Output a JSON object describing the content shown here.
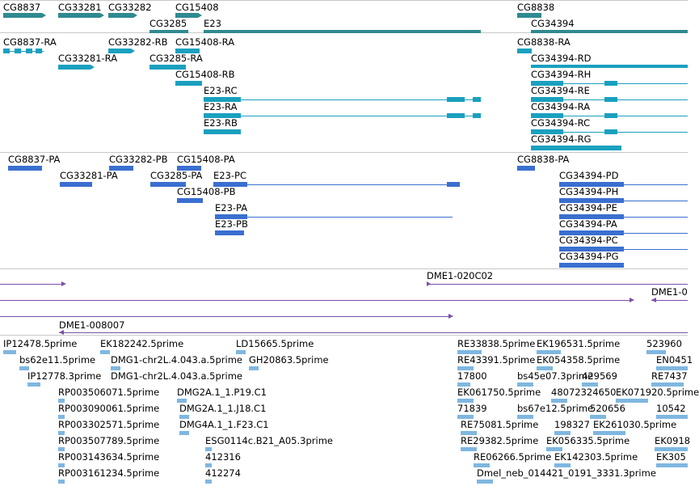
{
  "colors": {
    "gene": "#2f8a8f",
    "transcript": "#1aa0bf",
    "protein": "#3a6fd0",
    "clone": "#7a4fa8",
    "est": "#7fb7e0",
    "divider": "#c8c8c8"
  },
  "genes": [
    {
      "label": "CG8837"
    },
    {
      "label": "CG33281"
    },
    {
      "label": "CG33282"
    },
    {
      "label": "CG15408"
    },
    {
      "label": "CG3285"
    },
    {
      "label": "E23"
    },
    {
      "label": "CG8838"
    },
    {
      "label": "CG34394"
    }
  ],
  "transcripts": [
    {
      "label": "CG8837-RA"
    },
    {
      "label": "CG33281-RA"
    },
    {
      "label": "CG33282-RB"
    },
    {
      "label": "CG15408-RA"
    },
    {
      "label": "CG3285-RA"
    },
    {
      "label": "CG15408-RB"
    },
    {
      "label": "E23-RC"
    },
    {
      "label": "E23-RA"
    },
    {
      "label": "E23-RB"
    },
    {
      "label": "CG8838-RA"
    },
    {
      "label": "CG34394-RD"
    },
    {
      "label": "CG34394-RH"
    },
    {
      "label": "CG34394-RE"
    },
    {
      "label": "CG34394-RA"
    },
    {
      "label": "CG34394-RC"
    },
    {
      "label": "CG34394-RG"
    }
  ],
  "proteins": [
    {
      "label": "CG8837-PA"
    },
    {
      "label": "CG33281-PA"
    },
    {
      "label": "CG33282-PB"
    },
    {
      "label": "CG15408-PA"
    },
    {
      "label": "CG3285-PA"
    },
    {
      "label": "E23-PC"
    },
    {
      "label": "CG15408-PB"
    },
    {
      "label": "E23-PA"
    },
    {
      "label": "E23-PB"
    },
    {
      "label": "CG8838-PA"
    },
    {
      "label": "CG34394-PD"
    },
    {
      "label": "CG34394-PH"
    },
    {
      "label": "CG34394-PE"
    },
    {
      "label": "CG34394-PA"
    },
    {
      "label": "CG34394-PC"
    },
    {
      "label": "CG34394-PG"
    }
  ],
  "clones": [
    {
      "label": "DME1-020C02"
    },
    {
      "label": "DME1-0"
    },
    {
      "label": "DME1-008007"
    }
  ],
  "ests": [
    {
      "label": "IP12478.5prime"
    },
    {
      "label": "EK182242.5prime"
    },
    {
      "label": "LD15665.5prime"
    },
    {
      "label": "RE33838.5prime"
    },
    {
      "label": "EK196531.5prime"
    },
    {
      "label": "523960"
    },
    {
      "label": "bs62e11.5prime"
    },
    {
      "label": "DMG1-chr2L.4.043.a.5prime"
    },
    {
      "label": "GH20863.5prime"
    },
    {
      "label": "RE43391.5prime"
    },
    {
      "label": "EK054358.5prime"
    },
    {
      "label": "EN0451"
    },
    {
      "label": "IP12778.3prime"
    },
    {
      "label": "DMG1-chr2L.4.043.a.5prime"
    },
    {
      "label": "17800"
    },
    {
      "label": "bs45e07.3prime"
    },
    {
      "label": "429569"
    },
    {
      "label": "RE7437"
    },
    {
      "label": "RP003506071.5prime"
    },
    {
      "label": "DMG2A.1_1.P19.C1"
    },
    {
      "label": "EK061750.5prime"
    },
    {
      "label": "48072324650"
    },
    {
      "label": "EK071920.5prime"
    },
    {
      "label": "RP003090061.5prime"
    },
    {
      "label": "DMG2A.1_1.J18.C1"
    },
    {
      "label": "71839"
    },
    {
      "label": "bs67e12.5prime"
    },
    {
      "label": "520656"
    },
    {
      "label": "10542"
    },
    {
      "label": "RP003302571.5prime"
    },
    {
      "label": "DMG4A.1_1.F23.C1"
    },
    {
      "label": "RE75081.5prime"
    },
    {
      "label": "198327"
    },
    {
      "label": "EK261030.5prime"
    },
    {
      "label": "RP003507789.5prime"
    },
    {
      "label": "ESG0114c.B21_A05.3prime"
    },
    {
      "label": "RE29382.5prime"
    },
    {
      "label": "EK056335.5prime"
    },
    {
      "label": "EK0918"
    },
    {
      "label": "RP003143634.5prime"
    },
    {
      "label": "412316"
    },
    {
      "label": "RE06266.5prime"
    },
    {
      "label": "EK142303.5prime"
    },
    {
      "label": "EK305"
    },
    {
      "label": "RP003161234.5prime"
    },
    {
      "label": "412274"
    },
    {
      "label": "Dmel_neb_014421_0191_3331.3prime"
    }
  ]
}
